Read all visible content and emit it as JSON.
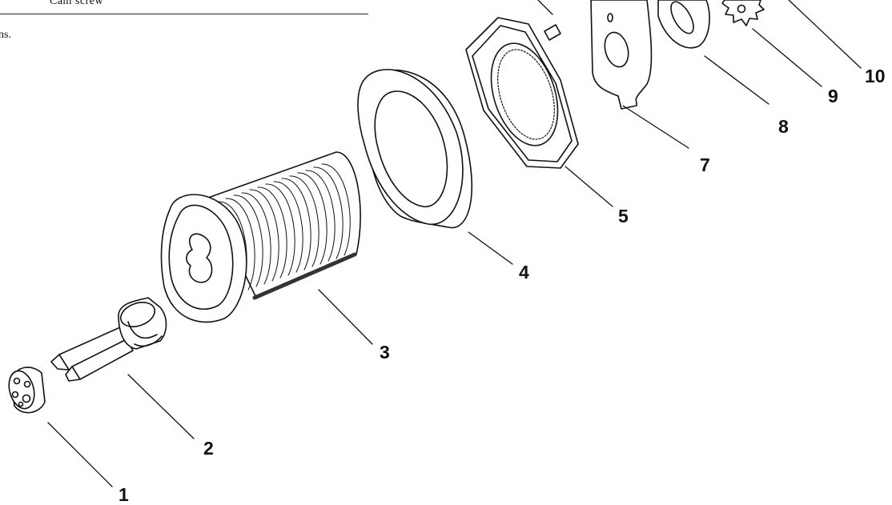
{
  "header_fragment": "Cam screw",
  "caption_fragment": "ns.",
  "callouts": [
    "1",
    "2",
    "3",
    "4",
    "5",
    "7",
    "8",
    "9",
    "10"
  ]
}
